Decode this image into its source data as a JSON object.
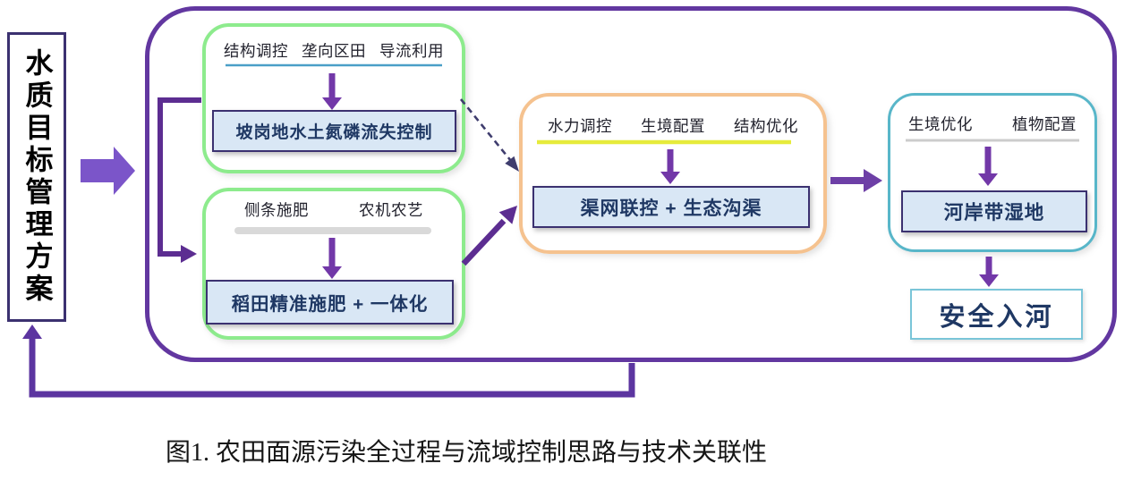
{
  "figure": {
    "left_panel": {
      "title": "水质目标管理方案"
    },
    "groups": [
      {
        "name": "slope-land-control",
        "measures": [
          "结构调控",
          "垄向区田",
          "导流利用"
        ],
        "result": "坡岗地水土氮磷流失控制",
        "border_color": "#8deb8d",
        "underline_color": "#4a9fc7"
      },
      {
        "name": "paddy-fertilization",
        "measures": [
          "侧条施肥",
          "农机农艺"
        ],
        "result": "稻田精准施肥 + 一体化",
        "border_color": "#8deb8d",
        "underline_color": "#d9d9d9"
      },
      {
        "name": "ditch-network",
        "measures": [
          "水力调控",
          "生境配置",
          "结构优化"
        ],
        "result": "渠网联控 + 生态沟渠",
        "border_color": "#f5c28f",
        "underline_color": "#e6eb3c"
      },
      {
        "name": "riparian-wetland",
        "measures": [
          "生境优化",
          "植物配置"
        ],
        "result": "河岸带湿地",
        "border_color": "#58b6c9",
        "underline_color": "#cccccc"
      }
    ],
    "outcome": "安全入河",
    "caption": "图1. 农田面源污染全过程与流域控制思路与技术关联性",
    "colors": {
      "container_border": "#6237a0",
      "block_arrow": "#7b55c9",
      "arrow": "#7238a8",
      "bracket_arrow": "#5c2d91",
      "dashed_arrow": "#3f3d6e",
      "feedback_line": "#5c35a0",
      "result_box_fill": "#d9e7f5",
      "result_box_border": "#3b3170",
      "result_text": "#1f3864",
      "outcome_border": "#7ac5d8"
    }
  }
}
